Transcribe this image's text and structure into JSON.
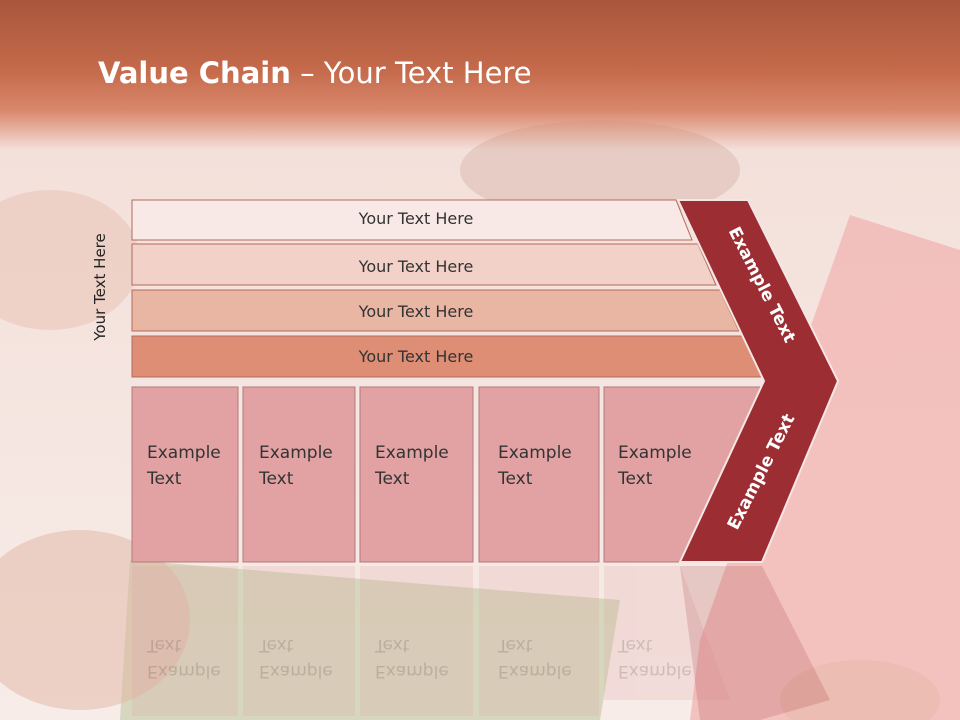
{
  "slide": {
    "title_bold": "Value Chain",
    "title_rest": " – Your Text Here",
    "side_label": "Your Text Here"
  },
  "bars": [
    {
      "label": "Your Text Here"
    },
    {
      "label": "Your Text Here"
    },
    {
      "label": "Your Text Here"
    },
    {
      "label": "Your Text Here"
    }
  ],
  "boxes": [
    {
      "line1": "Example",
      "line2": "Text"
    },
    {
      "line1": "Example",
      "line2": "Text"
    },
    {
      "line1": "Example",
      "line2": "Text"
    },
    {
      "line1": "Example",
      "line2": "Text"
    },
    {
      "line1": "Example",
      "line2": "Text"
    }
  ],
  "chevron": {
    "upper_label": "Example Text",
    "lower_label": "Example Text"
  },
  "colors": {
    "title_band": "#c56a4b",
    "chevron": "#9b2d33",
    "box_fill": "#e2a2a4",
    "bar1": "#f8e9e6",
    "bar2": "#f2d2c8",
    "bar3": "#e9b6a3",
    "bar4": "#dd8e74"
  }
}
